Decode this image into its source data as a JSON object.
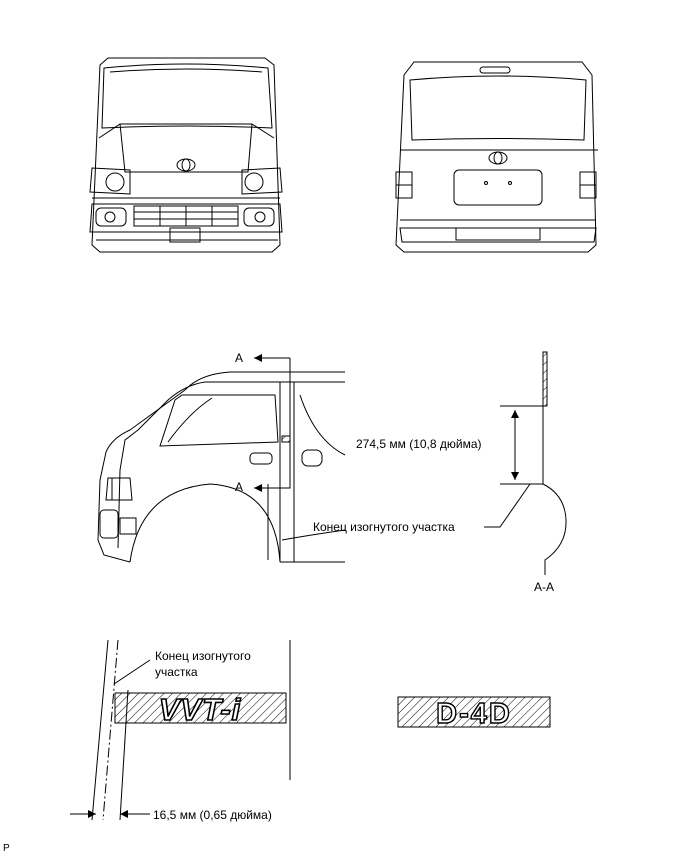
{
  "labels": {
    "section_top": "A",
    "section_bottom": "A",
    "dimension_274": "274,5 мм (10,8 дюйма)",
    "bend_end_middle": "Конец изогнутого участка",
    "section_view": "A-A",
    "bend_end_bottom_line1": "Конец изогнутого",
    "bend_end_bottom_line2": "участка",
    "dimension_16": "16,5 мм (0,65 дюйма)",
    "corner_mark": "P"
  },
  "emblems": {
    "vvti": "VVT-i",
    "d4d": "D-4D"
  }
}
